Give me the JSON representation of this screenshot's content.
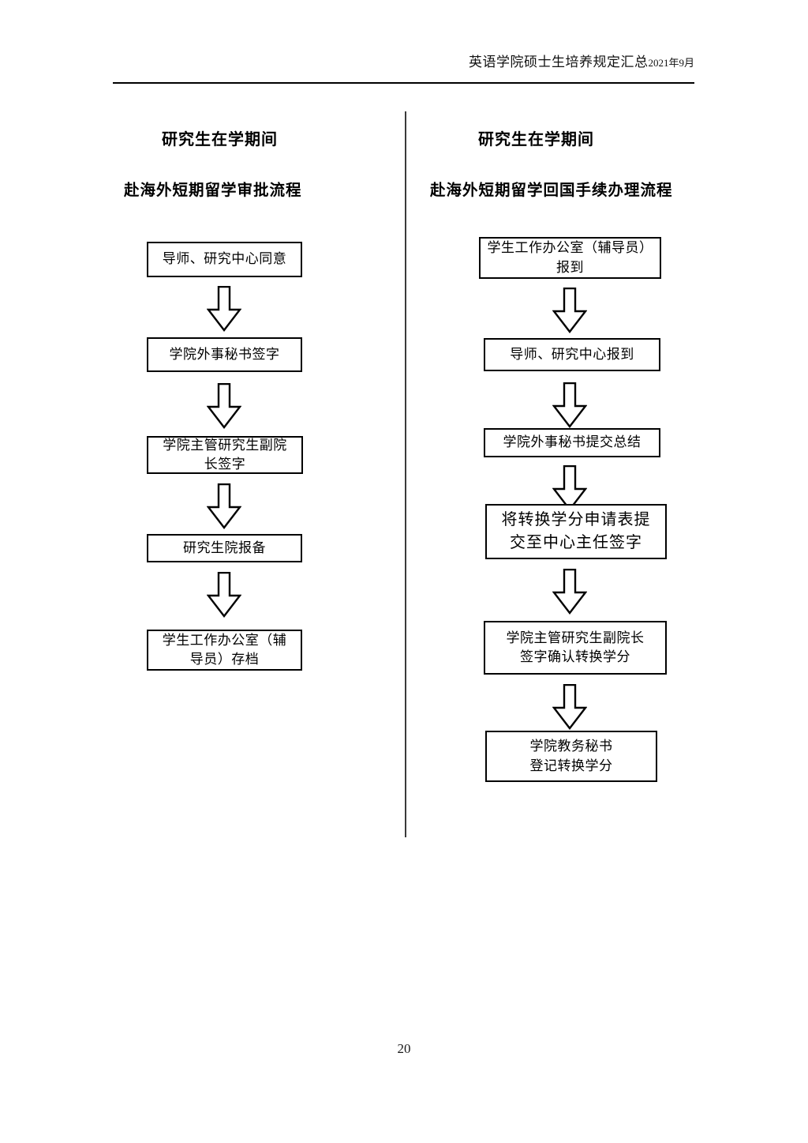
{
  "document": {
    "header": {
      "title": "英语学院硕士生培养规定汇总",
      "date": "2021年9月"
    },
    "page_number": "20"
  },
  "left_flow": {
    "title_line1": "研究生在学期间",
    "title_line2": "赴海外短期留学审批流程",
    "steps": [
      {
        "line1": "导师、研究中心同意",
        "line2": ""
      },
      {
        "line1": "学院外事秘书签字",
        "line2": ""
      },
      {
        "line1": "学院主管研究生副院",
        "line2": "长签字"
      },
      {
        "line1": "研究生院报备",
        "line2": ""
      },
      {
        "line1": "学生工作办公室（辅",
        "line2": "导员）存档"
      }
    ]
  },
  "right_flow": {
    "title_line1": "研究生在学期间",
    "title_line2": "赴海外短期留学回国手续办理流程",
    "steps": [
      {
        "line1": "学生工作办公室（辅导员）",
        "line2": "报到"
      },
      {
        "line1": "导师、研究中心报到",
        "line2": ""
      },
      {
        "line1": "学院外事秘书提交总结",
        "line2": ""
      },
      {
        "line1": "将转换学分申请表提",
        "line2": "交至中心主任签字"
      },
      {
        "line1": "学院主管研究生副院长",
        "line2": "签字确认转换学分"
      },
      {
        "line1": "学院教务秘书",
        "line2": "登记转换学分"
      }
    ]
  },
  "icons": {
    "arrow": "down-arrow-icon"
  },
  "colors": {
    "ink": "#000000",
    "paper": "#ffffff",
    "divider": "#3a3a3a"
  }
}
